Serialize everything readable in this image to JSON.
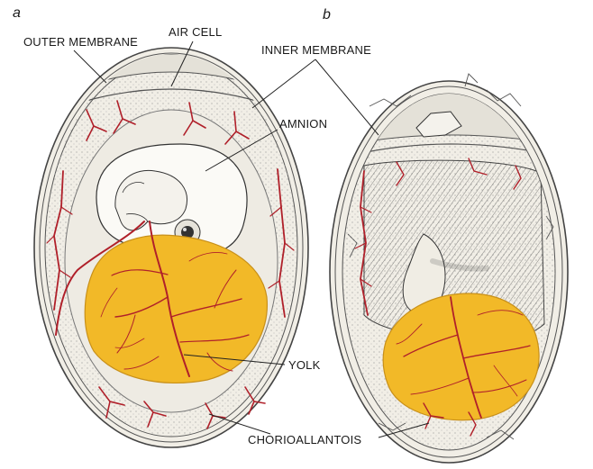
{
  "panels": {
    "a": "a",
    "b": "b"
  },
  "labels": {
    "outer_membrane": "OUTER MEMBRANE",
    "air_cell": "AIR CELL",
    "inner_membrane": "INNER MEMBRANE",
    "amnion": "AMNION",
    "yolk": "YOLK",
    "chorioallantois": "CHORIOALLANTOIS"
  },
  "colors": {
    "yolk": "#f2b928",
    "yolk_edge": "#c8901a",
    "vessels": "#b0202a",
    "shell": "#f1eee6",
    "albumen": "#e9e6de"
  }
}
